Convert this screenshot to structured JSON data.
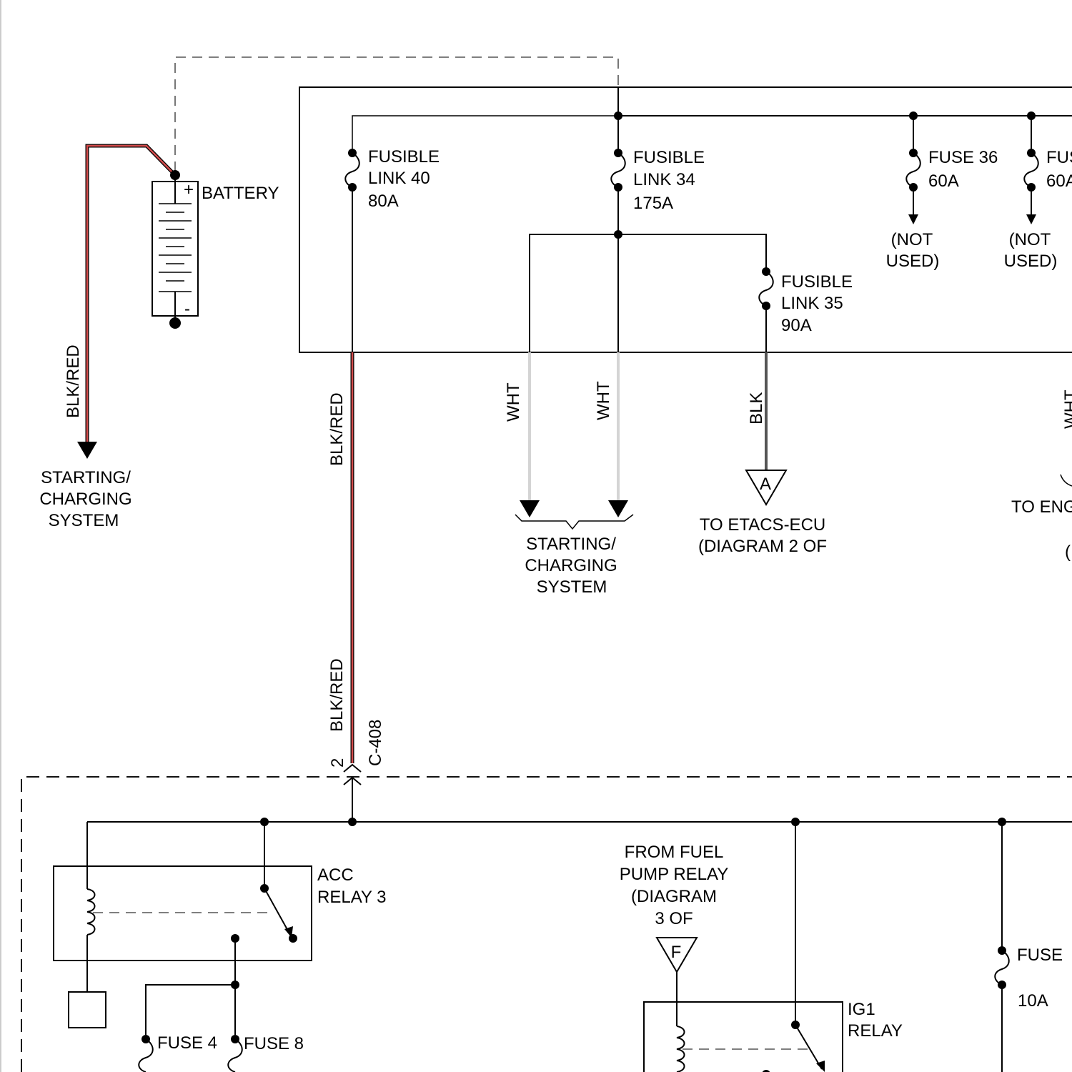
{
  "colors": {
    "blk_red_wire": "#d24b4b",
    "wht_wire": "#c8c8c8",
    "blk_wire": "#555555",
    "line": "#000000"
  },
  "battery": {
    "label": "BATTERY",
    "plus": "+",
    "minus": "-",
    "wire_label": "BLK/RED",
    "dest_lines": [
      "STARTING/",
      "CHARGING",
      "SYSTEM"
    ]
  },
  "fusible_link_40": {
    "lines": [
      "FUSIBLE",
      "LINK 40",
      "80A"
    ]
  },
  "fusible_link_34": {
    "lines": [
      "FUSIBLE",
      "LINK 34",
      "175A"
    ]
  },
  "fusible_link_35": {
    "lines": [
      "FUSIBLE",
      "LINK 35",
      "90A"
    ]
  },
  "fuse_36": {
    "lines": [
      "FUSE 36",
      "60A"
    ],
    "dest_lines": [
      "(NOT",
      "USED)"
    ]
  },
  "fuse_right_cut": {
    "lines": [
      "FUS",
      "60A"
    ],
    "dest_lines": [
      "(NOT",
      "USED)"
    ]
  },
  "wires": {
    "fl40_wire": "BLK/RED",
    "wht1": "WHT",
    "wht2": "WHT",
    "blk": "BLK",
    "wht_cut": "WHT",
    "c408_wire": "BLK/RED"
  },
  "starting_charging_dest": [
    "STARTING/",
    "CHARGING",
    "SYSTEM"
  ],
  "etacs": {
    "marker": "A",
    "lines": [
      "TO ETACS-ECU",
      "(DIAGRAM 2 OF"
    ]
  },
  "engine_cut": {
    "lines": [
      "TO ENG",
      "("
    ]
  },
  "connector": {
    "name": "C-408",
    "pin": "2"
  },
  "acc_relay": {
    "lines": [
      "ACC",
      "RELAY 3"
    ]
  },
  "fuse_4": {
    "label": "FUSE 4"
  },
  "fuse_8": {
    "label": "FUSE 8"
  },
  "fuel_pump": {
    "lines": [
      "FROM FUEL",
      "PUMP RELAY",
      "(DIAGRAM",
      "3 OF"
    ],
    "marker": "F"
  },
  "ig1_relay": {
    "lines": [
      "IG1",
      "RELAY"
    ]
  },
  "fuse_cut_bottom": {
    "lines": [
      "FUSE",
      "10A"
    ]
  }
}
